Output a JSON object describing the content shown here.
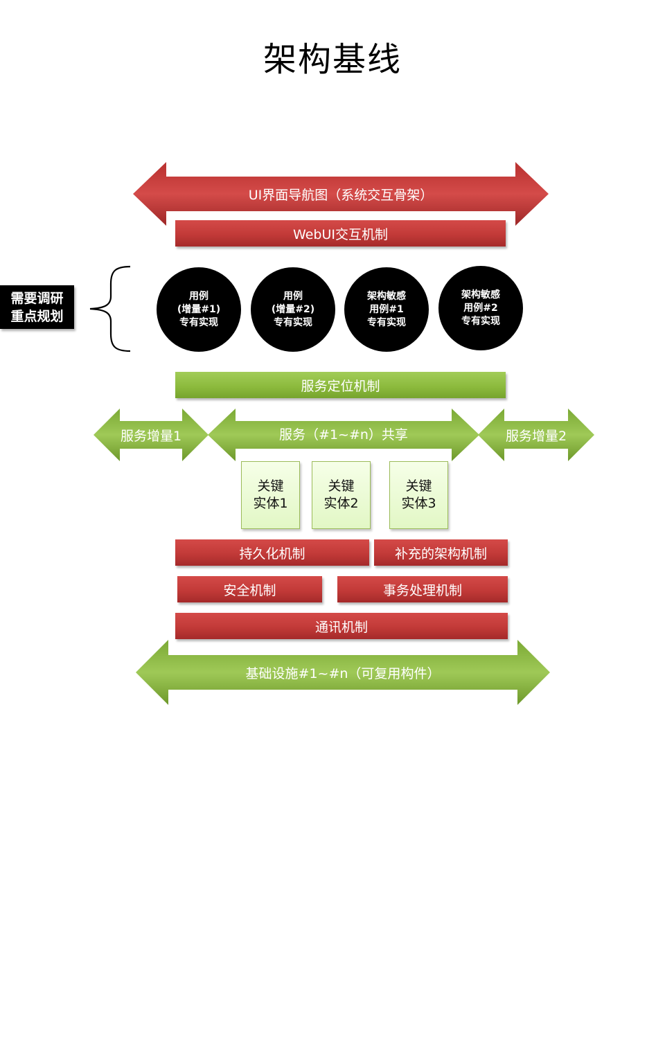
{
  "title": "架构基线",
  "ui_nav_arrow": "UI界面导航图（系统交互骨架）",
  "webui_bar": "WebUI交互机制",
  "research_note": {
    "line1": "需要调研",
    "line2": "重点规划"
  },
  "use_cases": [
    {
      "line1": "用例",
      "line2": "(增量#1)",
      "line3": "专有实现"
    },
    {
      "line1": "用例",
      "line2": "(增量#2)",
      "line3": "专有实现"
    },
    {
      "line1": "架构敏感",
      "line2": "用例#1",
      "line3": "专有实现"
    },
    {
      "line1": "架构敏感",
      "line2": "用例#2",
      "line3": "专有实现"
    }
  ],
  "service_locate_bar": "服务定位机制",
  "service_inc1": "服务增量1",
  "service_shared": "服务（#1~#n）共享",
  "service_inc2": "服务增量2",
  "entities": [
    {
      "line1": "关键",
      "line2": "实体1"
    },
    {
      "line1": "关键",
      "line2": "实体2"
    },
    {
      "line1": "关键",
      "line2": "实体3"
    }
  ],
  "persistence_bar": "持久化机制",
  "supplement_bar": "补充的架构机制",
  "security_bar": "安全机制",
  "transaction_bar": "事务处理机制",
  "communication_bar": "通讯机制",
  "infrastructure_arrow": "基础设施#1~#n（可复用构件）",
  "colors": {
    "red": "#c0393b",
    "green": "#8dbb3e",
    "entity_fill": "#eafad3",
    "black": "#000000"
  }
}
